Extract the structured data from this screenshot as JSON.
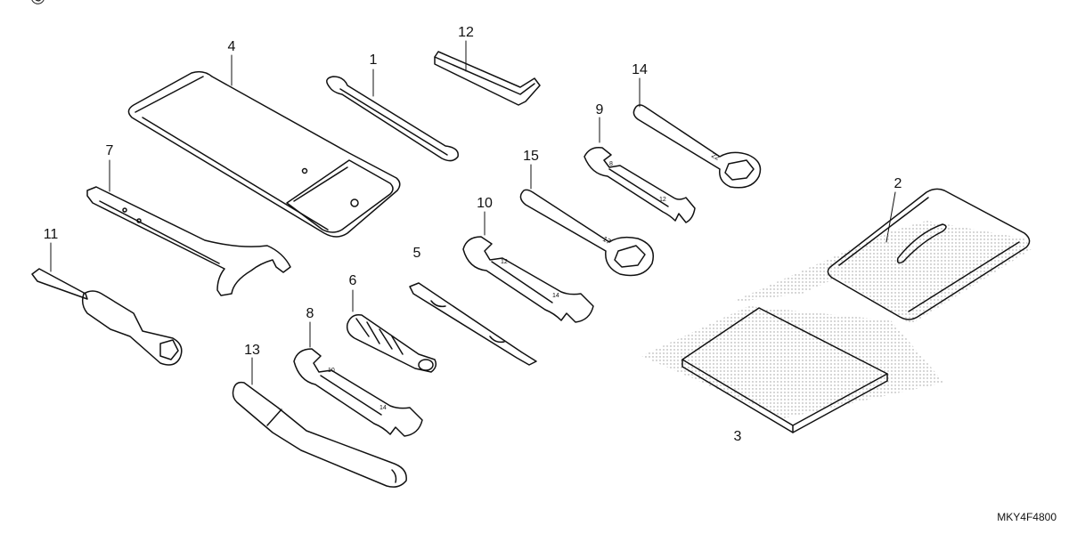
{
  "watermark": "© Pa",
  "diagram_code": "MKY4F4800",
  "callouts": {
    "c1": "1",
    "c2": "2",
    "c3": "3",
    "c4": "4",
    "c5": "5",
    "c6": "6",
    "c7": "7",
    "c8": "8",
    "c9": "9",
    "c10": "10",
    "c11": "11",
    "c12": "12",
    "c13": "13",
    "c14": "14",
    "c15": "15"
  },
  "wrench_markings": {
    "w14": "22",
    "w9a": "8",
    "w9b": "12",
    "w10a": "12",
    "w10b": "14",
    "w15": "17",
    "w8a": "10",
    "w8b": "14"
  }
}
